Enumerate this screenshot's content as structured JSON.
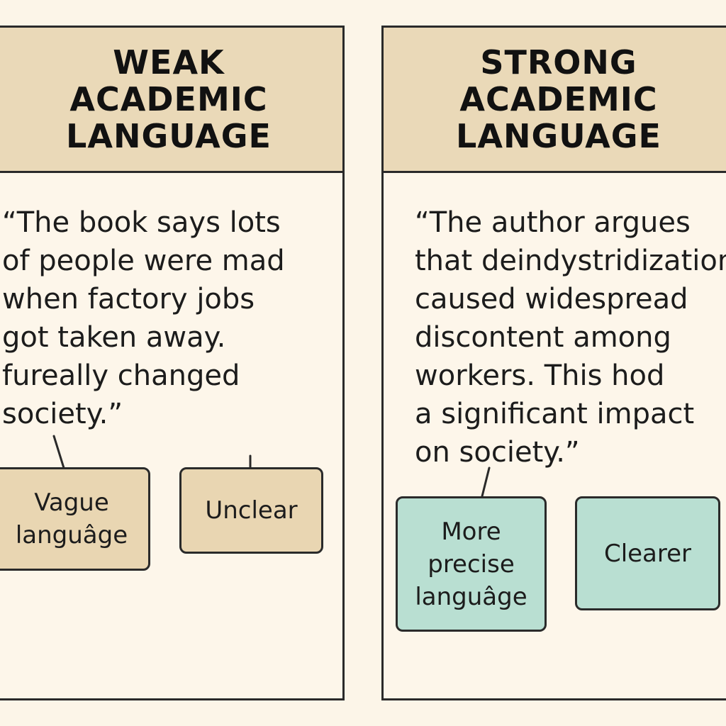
{
  "left_panel": {
    "title_lines": [
      "WEAK",
      "ACADEMIC",
      "LANGUAGE"
    ],
    "quote_lines": [
      "“The book says lots",
      "of people were mad",
      "when factory jobs",
      "got taken away.",
      "fureally changed",
      "society.”"
    ],
    "labels": {
      "vague": [
        "Vague",
        "languâge"
      ],
      "unclear": [
        "Unclear"
      ]
    }
  },
  "right_panel": {
    "title_lines": [
      "STRONG",
      "ACADEMIC",
      "LANGUAGE"
    ],
    "quote_lines": [
      "“The author argues",
      "that deindystridization",
      "caused widespread",
      "discontent among",
      "workers. This hod",
      "a significant impact",
      "on society.”"
    ],
    "labels": {
      "precise": [
        "More",
        "precise",
        "languâge"
      ],
      "clearer": [
        "Clearer"
      ]
    }
  },
  "colors": {
    "background": "#fcf5e8",
    "header_fill": "#ead9b8",
    "weak_label_fill": "#e9d6b2",
    "strong_label_fill": "#b9dfd2",
    "outline": "#2a2a2a"
  }
}
